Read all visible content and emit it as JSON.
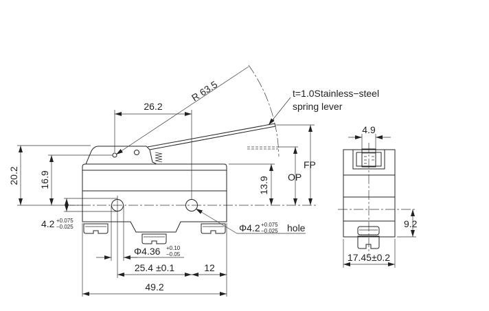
{
  "dimensions": {
    "radius": "R 63.5",
    "lever_pivot_span": "26.2",
    "total_height": "20.2",
    "pivot_height": "16.9",
    "hole_offset": "4.2",
    "hole_offset_tol_plus": "+0.075",
    "hole_offset_tol_minus": "−0.025",
    "terminal_dia": "Φ4.36",
    "terminal_dia_tol_plus": "+0.10",
    "terminal_dia_tol_minus": "−0.05",
    "hole_pitch": "25.4 ±0.1",
    "hole_to_edge": "12",
    "total_length": "49.2",
    "body_height": "13.9",
    "operating_position": "OP",
    "free_position": "FP",
    "mount_hole": "Φ4.2",
    "mount_hole_tol_plus": "+0.075",
    "mount_hole_tol_minus": "−0.025",
    "mount_hole_suffix": "hole",
    "plunger_width": "4.9",
    "side_hole_height": "9.2",
    "side_width": "17.45±0.2"
  },
  "notes": {
    "lever_line1": "t=1.0Stainless−steel",
    "lever_line2": "spring lever"
  },
  "colors": {
    "line": "#222222",
    "background": "#ffffff"
  }
}
